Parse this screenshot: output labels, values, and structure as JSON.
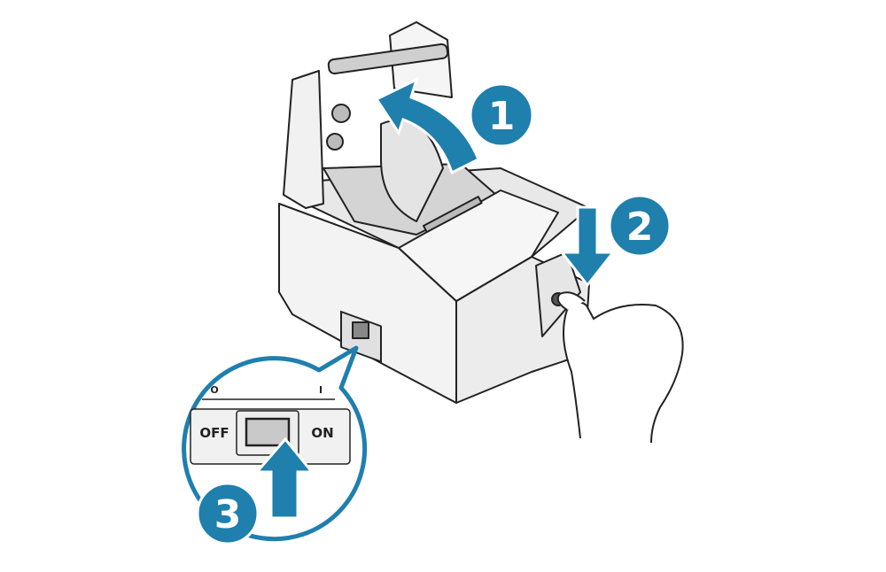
{
  "steps": [
    {
      "number": "1",
      "action": "open-cover"
    },
    {
      "number": "2",
      "action": "press-button"
    },
    {
      "number": "3",
      "action": "switch-on"
    }
  ],
  "switch": {
    "off_label": "OFF",
    "on_label": "ON",
    "off_symbol": "O",
    "on_symbol": "I"
  },
  "colors": {
    "accent": "#1f7fad",
    "outline": "#222222",
    "body": "#f2f2f2",
    "shade": "#cfcfcf"
  }
}
